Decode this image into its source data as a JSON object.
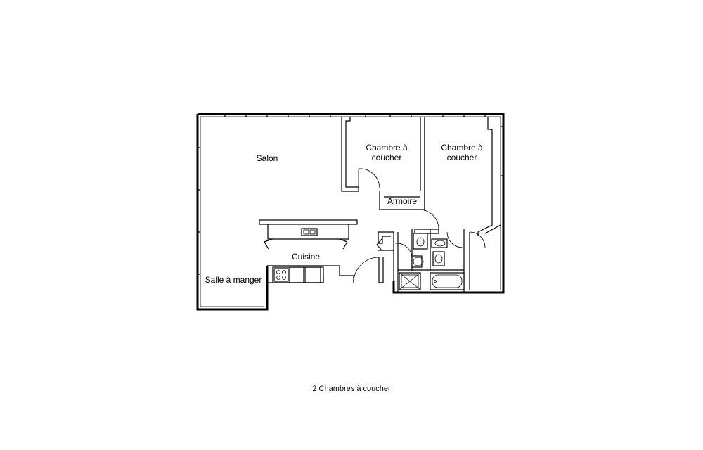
{
  "rooms": {
    "salon": "Salon",
    "bedroom1_line1": "Chambre à",
    "bedroom1_line2": "coucher",
    "bedroom2_line1": "Chambre à",
    "bedroom2_line2": "coucher",
    "armoire": "Armoire",
    "cuisine": "Cuisine",
    "salle_a_manger": "Salle à manger"
  },
  "caption": "2 Chambres à coucher"
}
